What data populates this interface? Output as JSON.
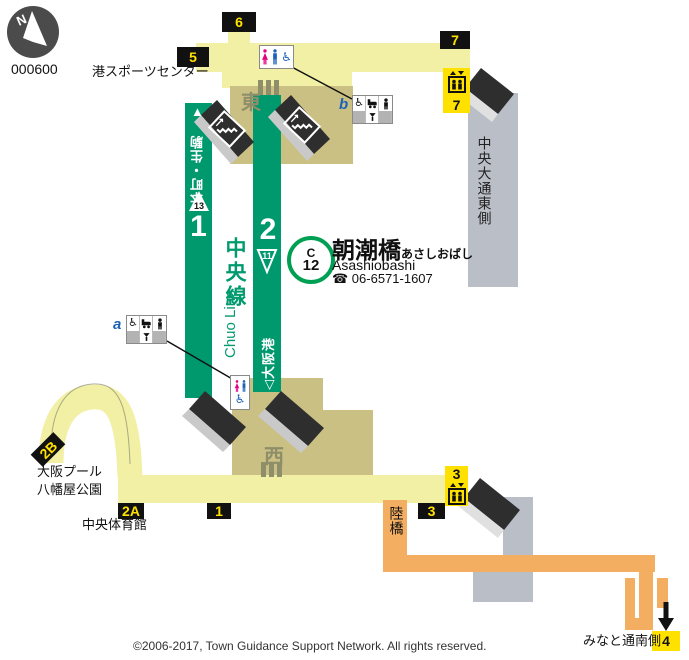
{
  "map": {
    "compass_letter": "N",
    "compass_code": "000600",
    "copyright": "©2006-2017, Town Guidance Support Network. All rights reserved."
  },
  "station": {
    "line_letter": "C",
    "station_number": "12",
    "name_ja": "朝潮橋",
    "name_kana": "あさしおばし",
    "name_en": "Asashiobashi",
    "phone": "☎ 06-6571-1607"
  },
  "line": {
    "name_ja": "中央線",
    "name_en": "Chuo Line"
  },
  "platforms": {
    "p1": {
      "number": "1",
      "direction_arrow": "▲",
      "destination": "本町・生駒",
      "car_count": "13"
    },
    "p2": {
      "number": "2",
      "destination": "◁大阪港",
      "car_count": "11"
    }
  },
  "concourses": {
    "east": "東",
    "west": "西"
  },
  "exits": {
    "e1": "1",
    "e2a": "2A",
    "e2b": "2B",
    "e3": "3",
    "e4": "4",
    "e5": "5",
    "e6": "6",
    "e7": "7"
  },
  "places": {
    "sports_center": "港スポーツセンター",
    "chuo_odori_east": "中央大通東側",
    "osaka_pool": "大阪プール",
    "yahataya_park": "八幡屋公園",
    "chuo_gym": "中央体育館",
    "overpass": "陸橋",
    "minato_dori_south": "みなと通南側"
  },
  "facilities": {
    "elevator_a_label": "a",
    "elevator_b_label": "b"
  },
  "colors": {
    "platform_green": "#00996e",
    "corridor_yellow": "#f2f0a5",
    "concourse_tan": "#cbc083",
    "route_orange": "#f4ae61",
    "street_gray": "#b9bec7",
    "exit_yellow": "#ffe100",
    "accent_blue": "#1c63b7",
    "accent_pink": "#e5007f"
  }
}
